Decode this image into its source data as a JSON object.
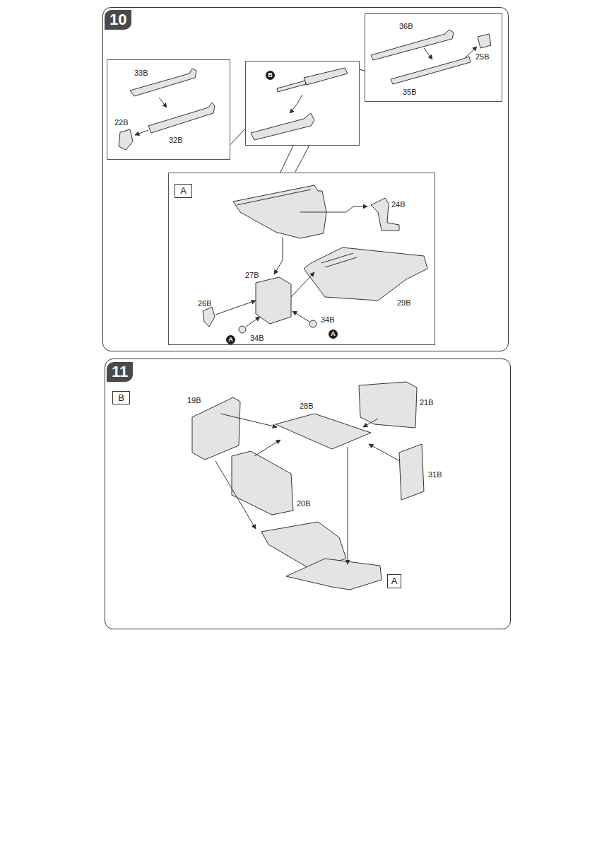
{
  "diagram": {
    "nodes": [
      {
        "text": [
          "10"
        ]
      },
      {
        "text": [
          "33B",
          "22B",
          "32B"
        ],
        "in": 0
      },
      {
        "text": [
          "B"
        ],
        "in": 0
      },
      {
        "text": [
          "36B",
          "25B",
          "35B"
        ],
        "in": 0
      },
      {
        "text": [
          "24B",
          "27B",
          "26B",
          "29B",
          "34B",
          "34B",
          "A",
          "A"
        ],
        "in": 0
      },
      {
        "text": [
          "A"
        ],
        "in": 4
      },
      {
        "text": [
          "11"
        ]
      },
      {
        "text": [
          "B"
        ],
        "in": 6
      },
      {
        "text": [
          "A"
        ],
        "in": 6
      }
    ],
    "edges": [
      {
        "from": 1,
        "to": 2,
        "arrow": "none"
      },
      {
        "from": 3,
        "to": 2,
        "arrow": "none"
      },
      {
        "from": 2,
        "to": 4,
        "arrow": "none"
      }
    ],
    "labels": [
      "19B",
      "28B",
      "21B",
      "31B",
      "20B"
    ]
  }
}
